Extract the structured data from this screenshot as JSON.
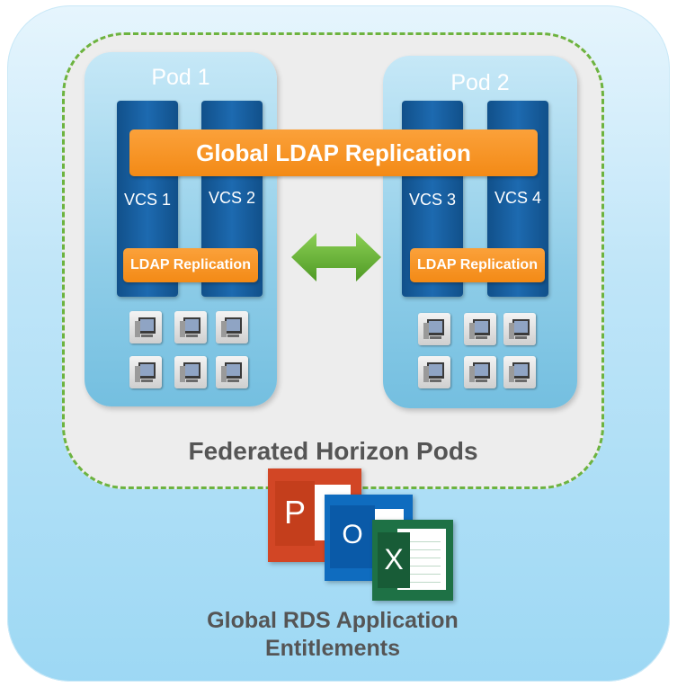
{
  "federation_label": "Federated Horizon Pods",
  "global_ldap_label": "Global LDAP Replication",
  "pods": [
    {
      "title": "Pod 1",
      "vcs": [
        "VCS 1",
        "VCS 2"
      ],
      "ldap_label": "LDAP Replication"
    },
    {
      "title": "Pod 2",
      "vcs": [
        "VCS 3",
        "VCS 4"
      ],
      "ldap_label": "LDAP Replication"
    }
  ],
  "connector": {
    "icon": "double-arrow-icon",
    "color": "#6cb33f"
  },
  "office_icons": [
    {
      "name": "powerpoint-icon",
      "letter": "P",
      "color": "#d24625"
    },
    {
      "name": "outlook-icon",
      "letter": "O",
      "color": "#0f6cbf"
    },
    {
      "name": "excel-icon",
      "letter": "X",
      "color": "#1e7145"
    }
  ],
  "bottom_label_line1": "Global RDS Application",
  "bottom_label_line2": "Entitlements",
  "colors": {
    "dashed_border": "#6db33f",
    "orange": "#f38a16",
    "vcs_blue": "#1d6ab0"
  }
}
